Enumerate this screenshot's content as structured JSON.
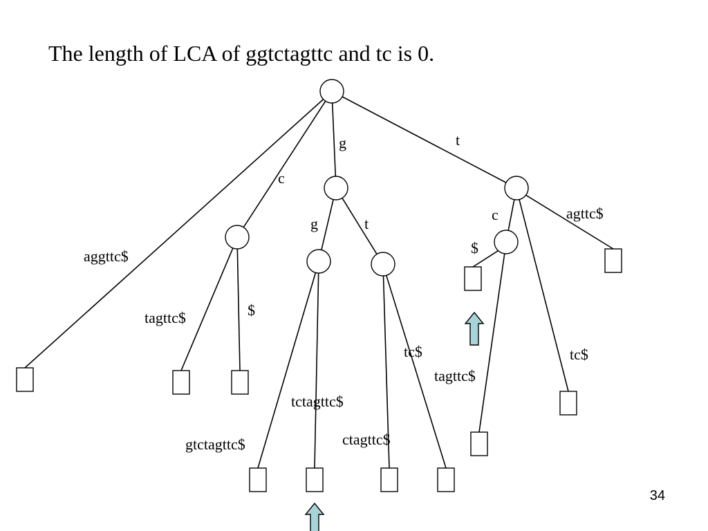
{
  "title": "The length of LCA of ggtctagttc and tc is 0.",
  "page_number": "34",
  "colors": {
    "line": "#000000",
    "arrow_fill": "#a9d3d8",
    "node_fill": "#ffffff"
  },
  "tree": {
    "nodes": [
      {
        "id": "root",
        "type": "internal"
      },
      {
        "id": "c",
        "type": "internal"
      },
      {
        "id": "g",
        "type": "internal"
      },
      {
        "id": "gg",
        "type": "internal"
      },
      {
        "id": "gt",
        "type": "internal"
      },
      {
        "id": "t",
        "type": "internal"
      },
      {
        "id": "tc",
        "type": "internal"
      },
      {
        "id": "leaf-aggttc",
        "type": "leaf"
      },
      {
        "id": "leaf-c-tagttc",
        "type": "leaf"
      },
      {
        "id": "leaf-c-dollar",
        "type": "leaf"
      },
      {
        "id": "leaf-gg-gtctagttc",
        "type": "leaf"
      },
      {
        "id": "leaf-gg-tctagttc",
        "type": "leaf"
      },
      {
        "id": "leaf-gt-ctagttc",
        "type": "leaf"
      },
      {
        "id": "leaf-gt-tc",
        "type": "leaf"
      },
      {
        "id": "leaf-tc-dollar",
        "type": "leaf"
      },
      {
        "id": "leaf-tc-tagttc",
        "type": "leaf"
      },
      {
        "id": "leaf-t-tc",
        "type": "leaf"
      },
      {
        "id": "leaf-t-agttc",
        "type": "leaf"
      }
    ],
    "edges": [
      {
        "from": "root",
        "to": "leaf-aggttc",
        "label": "aggttc$"
      },
      {
        "from": "root",
        "to": "c",
        "label": "c"
      },
      {
        "from": "root",
        "to": "g",
        "label": "g"
      },
      {
        "from": "root",
        "to": "t",
        "label": "t"
      },
      {
        "from": "c",
        "to": "leaf-c-tagttc",
        "label": "tagttc$"
      },
      {
        "from": "c",
        "to": "leaf-c-dollar",
        "label": "$"
      },
      {
        "from": "g",
        "to": "gg",
        "label": "g"
      },
      {
        "from": "g",
        "to": "gt",
        "label": "t"
      },
      {
        "from": "gg",
        "to": "leaf-gg-gtctagttc",
        "label": "gtctagttc$"
      },
      {
        "from": "gg",
        "to": "leaf-gg-tctagttc",
        "label": "tctagttc$"
      },
      {
        "from": "gt",
        "to": "leaf-gt-ctagttc",
        "label": "ctagttc$"
      },
      {
        "from": "gt",
        "to": "leaf-gt-tc",
        "label": "tc$"
      },
      {
        "from": "t",
        "to": "tc",
        "label": "c"
      },
      {
        "from": "t",
        "to": "leaf-t-tc",
        "label": "tc$"
      },
      {
        "from": "t",
        "to": "leaf-t-agttc",
        "label": "agttc$"
      },
      {
        "from": "tc",
        "to": "leaf-tc-dollar",
        "label": "$"
      },
      {
        "from": "tc",
        "to": "leaf-tc-tagttc",
        "label": "tagttc$"
      }
    ],
    "highlighted_leaves": [
      "leaf-gg-tctagttc",
      "leaf-tc-dollar"
    ]
  }
}
